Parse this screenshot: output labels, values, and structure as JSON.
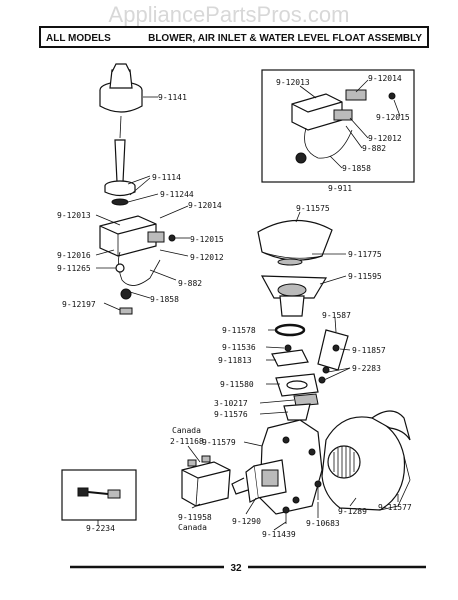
{
  "watermark": "AppliancePartsPros.com",
  "header": {
    "left": "ALL MODELS",
    "right": "BLOWER, AIR INLET & WATER LEVEL FLOAT ASSEMBLY"
  },
  "inset_label": "9-911",
  "labels": {
    "l1141": "9-1141",
    "l1114": "9-1114",
    "l11244": "9-11244",
    "l12014a": "9-12014",
    "l12013a": "9-12013",
    "l12015a": "9-12015",
    "l12016": "9-12016",
    "l12012a": "9-12012",
    "l11265": "9-11265",
    "l882a": "9-882",
    "l12197": "9-12197",
    "l1858a": "9-1858",
    "l12013b": "9-12013",
    "l12014b": "9-12014",
    "l12015b": "9-12015",
    "l12012b": "9-12012",
    "l882b": "9-882",
    "l1858b": "9-1858",
    "l11575": "9-11575",
    "l11775": "9-11775",
    "l11595": "9-11595",
    "l1587": "9-1587",
    "l11578": "9-11578",
    "l11536": "9-11536",
    "l11857": "9-11857",
    "l11813": "9-11813",
    "l2283": "9-2283",
    "l11580": "9-11580",
    "l10217": "3-10217",
    "l11576": "9-11576",
    "lcanada1": "Canada",
    "l11168": "2-11168",
    "l11579": "9-11579",
    "l11958": "9-11958",
    "lcanada2": "Canada",
    "l2234": "9-2234",
    "l1290": "9-1290",
    "l11439": "9-11439",
    "l10683": "9-10683",
    "l1289": "9-1289",
    "l11577": "9-11577"
  },
  "page_number": "32"
}
